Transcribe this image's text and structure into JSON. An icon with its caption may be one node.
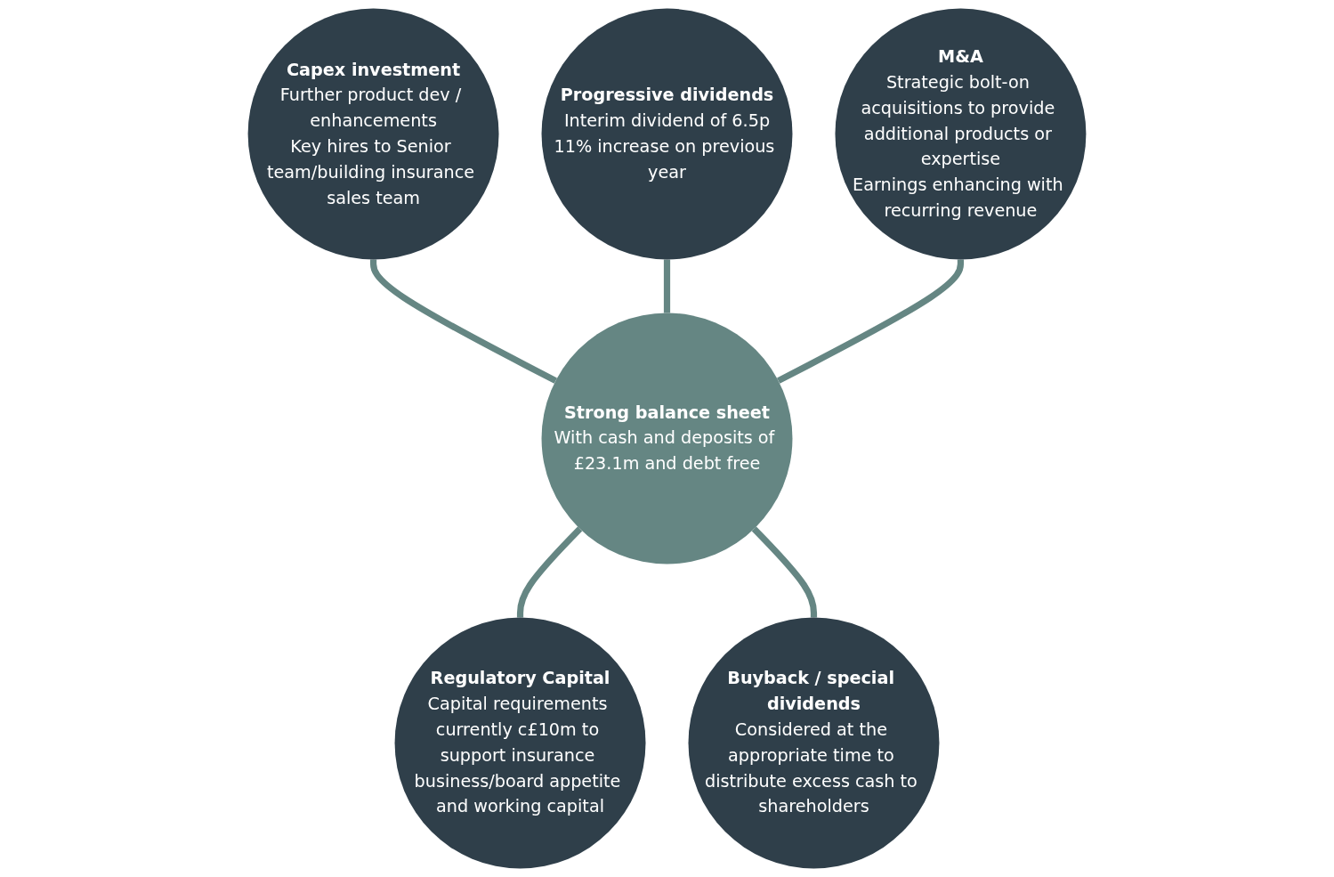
{
  "diagram": {
    "nodes": [
      {
        "text": [
          "Capex investment",
          "Further product dev / enhancements",
          "Key hires to Senior team/building insurance sales team"
        ]
      },
      {
        "text": [
          "Progressive dividends",
          "Interim dividend of 6.5p",
          "11% increase on previous year"
        ]
      },
      {
        "text": [
          "M&A",
          "Strategic bolt-on acquisitions to provide additional products or expertise",
          "Earnings enhancing with recurring revenue"
        ]
      },
      {
        "text": [
          "Regulatory Capital",
          "Capital requirements currently c£10m to support insurance business/board appetite and working capital"
        ]
      },
      {
        "text": [
          "Strong balance sheet",
          "With cash and deposits of £23.1m and debt free"
        ]
      },
      {
        "text": [
          "Buyback / special dividends",
          "Considered at the appropriate time to distribute excess cash to shareholders"
        ]
      }
    ],
    "edges": [
      {
        "from": 0,
        "to": 4,
        "arrow": "none"
      },
      {
        "from": 1,
        "to": 4,
        "arrow": "none"
      },
      {
        "from": 2,
        "to": 4,
        "arrow": "none"
      },
      {
        "from": 4,
        "to": 3,
        "arrow": "none"
      },
      {
        "from": 4,
        "to": 5,
        "arrow": "none"
      }
    ]
  }
}
